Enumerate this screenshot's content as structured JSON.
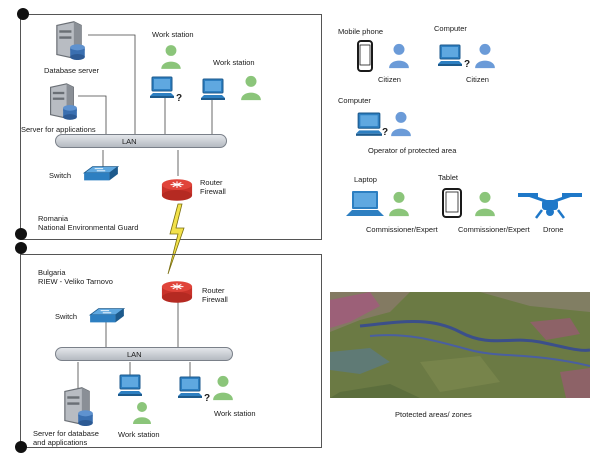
{
  "romania": {
    "database_server": "Database server",
    "app_server": "Server for applications",
    "workstation_1": "Work station",
    "workstation_2": "Work station",
    "lan": "LAN",
    "switch": "Switch",
    "router": "Router\nFirewall",
    "org_line1": "Romania",
    "org_line2": "National Environmental Guard"
  },
  "bulgaria": {
    "org_line1": "Bulgaria",
    "org_line2": "RIEW - Veliko Tarnovo",
    "router": "Router\nFirewall",
    "switch": "Switch",
    "lan": "LAN",
    "db_app_server": "Server for database\nand applications",
    "workstation_1": "Work station",
    "workstation_2": "Work station"
  },
  "users": {
    "mobile_phone": "Mobile phone",
    "citizen_1": "Citizen",
    "computer_1": "Computer",
    "citizen_2": "Citizen",
    "computer_2": "Computer",
    "operator": "Operator of protected area",
    "laptop": "Laptop",
    "commissioner_1": "Commissioner/Expert",
    "tablet": "Tablet",
    "commissioner_2": "Commissioner/Expert",
    "drone": "Drone"
  },
  "map_caption": "Ptotected areas/ zones",
  "colors": {
    "person_green": "#8bc57a",
    "person_blue": "#6b9bd8",
    "monitor_blue": "#2d7fc1",
    "router_red": "#e0443a",
    "lan_gray": "#c8ccd2",
    "lightning_yellow": "#f2e14a"
  }
}
